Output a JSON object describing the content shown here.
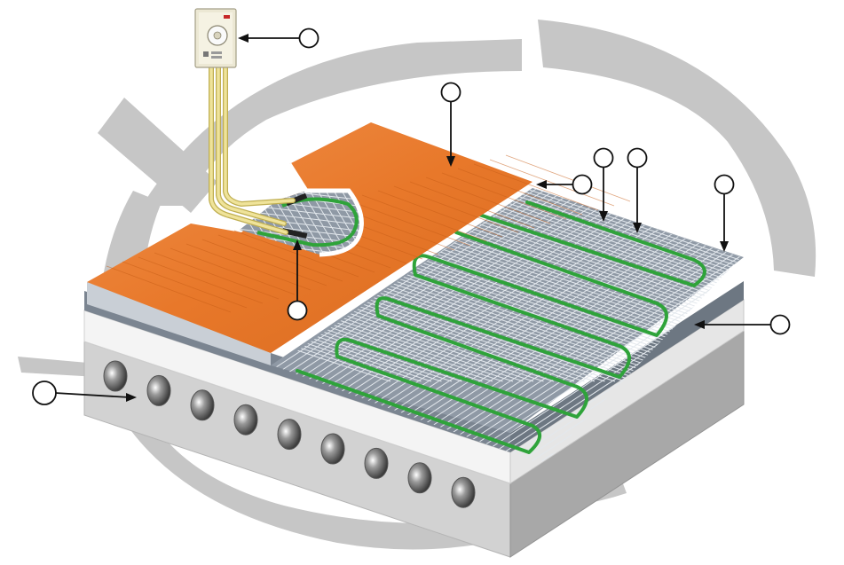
{
  "diagram": {
    "description_visible_text": "",
    "colors": {
      "background_arcs": "#c6c6c6",
      "wood": "#e8782a",
      "wood_dark": "#c85e17",
      "wood_light": "#f4a05a",
      "screed_top": "#8f99a5",
      "screed_side": "#7b8591",
      "insulation": "#f4f4f4",
      "slab_front": "#d2d2d2",
      "slab_right": "#a8a8a8",
      "mesh": "#dfe4ea",
      "cable": "#2fa33a",
      "wire": "#efe39a",
      "thermostat": "#ece8d4",
      "callout": "#111111"
    },
    "callouts": [
      {
        "id": "thermostat",
        "label": ""
      },
      {
        "id": "floor-covering",
        "label": ""
      },
      {
        "id": "cold-joint",
        "label": ""
      },
      {
        "id": "mesh",
        "label": ""
      },
      {
        "id": "heating-cable",
        "label": ""
      },
      {
        "id": "screed-layer",
        "label": ""
      },
      {
        "id": "insulation-layer",
        "label": ""
      },
      {
        "id": "sensor-tube",
        "label": ""
      },
      {
        "id": "concrete-slab",
        "label": ""
      }
    ],
    "icons": [
      "thermostat-icon",
      "heating-cable",
      "concrete-slab"
    ]
  }
}
